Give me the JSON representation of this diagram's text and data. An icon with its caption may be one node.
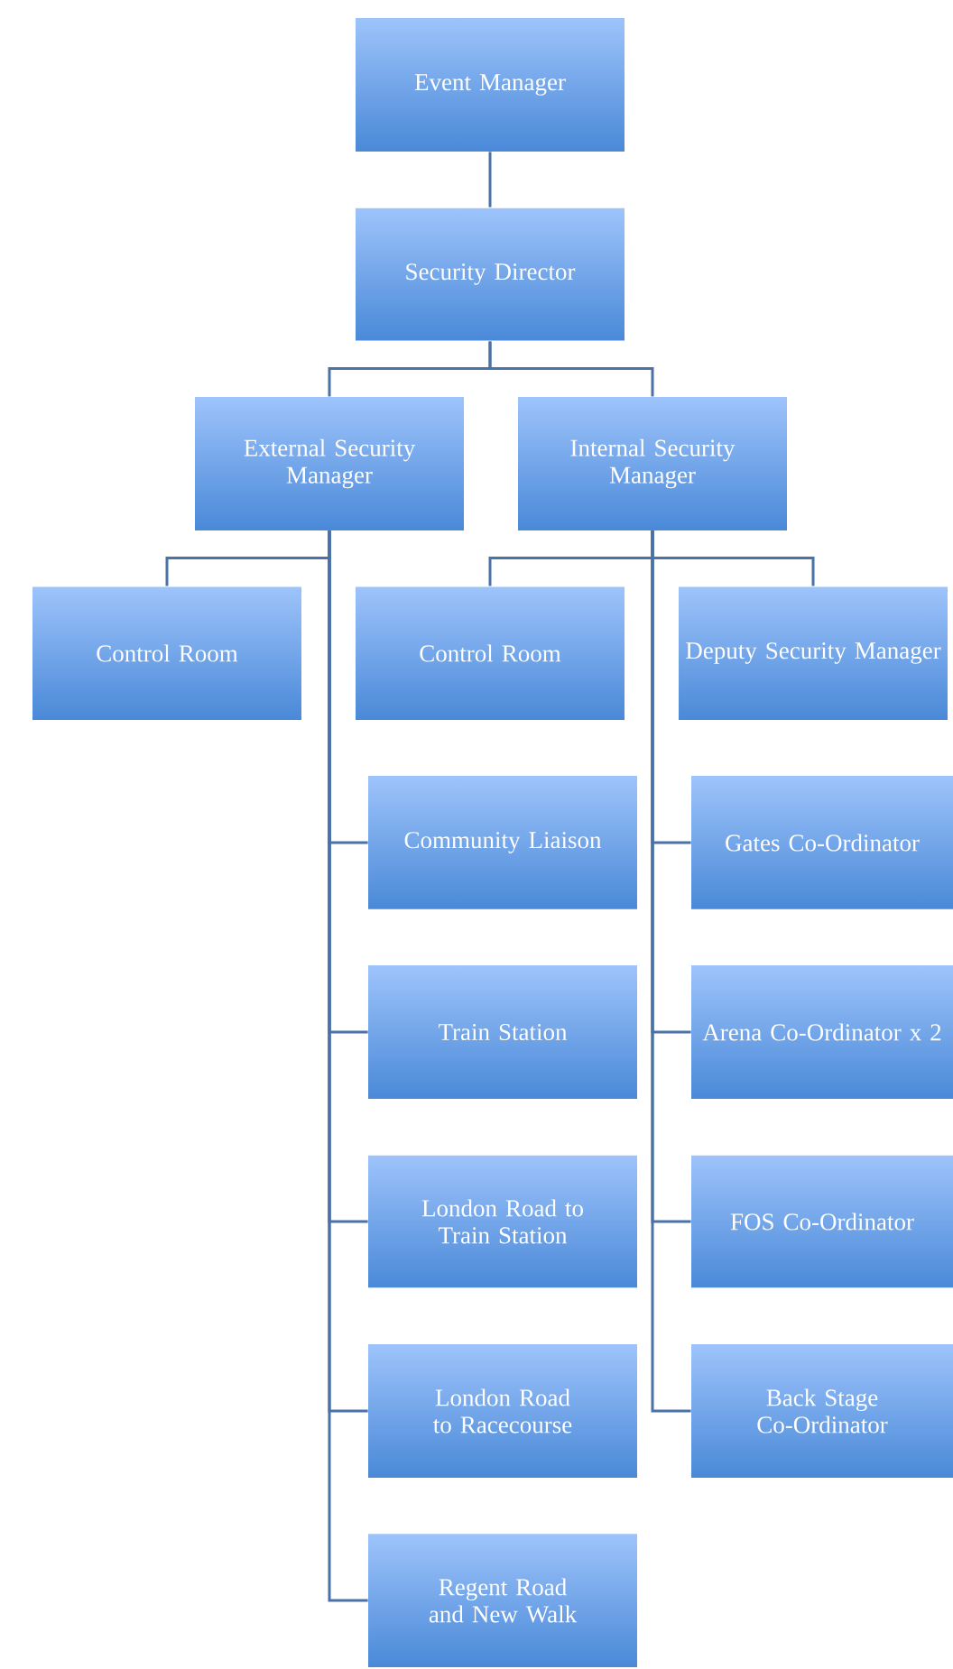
{
  "diagram": {
    "nodes": [
      {
        "text": [
          "Event Manager"
        ]
      },
      {
        "text": [
          "Security Director"
        ]
      },
      {
        "text": [
          "External Security Manager"
        ]
      },
      {
        "text": [
          "Internal Security Manager"
        ]
      },
      {
        "text": [
          "Control Room"
        ]
      },
      {
        "text": [
          "Control Room"
        ]
      },
      {
        "text": [
          "Deputy Security Manager"
        ]
      },
      {
        "text": [
          "Community Liaison"
        ]
      },
      {
        "text": [
          "Gates Co-Ordinator"
        ]
      },
      {
        "text": [
          "Train Station"
        ]
      },
      {
        "text": [
          "Arena Co-Ordinator x 2"
        ]
      },
      {
        "text": [
          "London Road to Train Station"
        ]
      },
      {
        "text": [
          "FOS Co-Ordinator"
        ]
      },
      {
        "text": [
          "London Road to Racecourse"
        ]
      },
      {
        "text": [
          "Back Stage Co-Ordinator"
        ]
      },
      {
        "text": [
          "Regent Road and New Walk"
        ]
      }
    ],
    "edges": [
      {
        "from": 0,
        "to": 1,
        "arrow": "none"
      },
      {
        "from": 1,
        "to": 2,
        "arrow": "none"
      },
      {
        "from": 1,
        "to": 3,
        "arrow": "none"
      },
      {
        "from": 2,
        "to": 4,
        "arrow": "none"
      },
      {
        "from": 2,
        "to": 7,
        "arrow": "none"
      },
      {
        "from": 2,
        "to": 9,
        "arrow": "none"
      },
      {
        "from": 2,
        "to": 11,
        "arrow": "none"
      },
      {
        "from": 2,
        "to": 13,
        "arrow": "none"
      },
      {
        "from": 2,
        "to": 15,
        "arrow": "none"
      },
      {
        "from": 3,
        "to": 5,
        "arrow": "none"
      },
      {
        "from": 3,
        "to": 6,
        "arrow": "none"
      },
      {
        "from": 3,
        "to": 8,
        "arrow": "none"
      },
      {
        "from": 3,
        "to": 10,
        "arrow": "none"
      },
      {
        "from": 3,
        "to": 12,
        "arrow": "none"
      },
      {
        "from": 3,
        "to": 14,
        "arrow": "none"
      }
    ]
  }
}
